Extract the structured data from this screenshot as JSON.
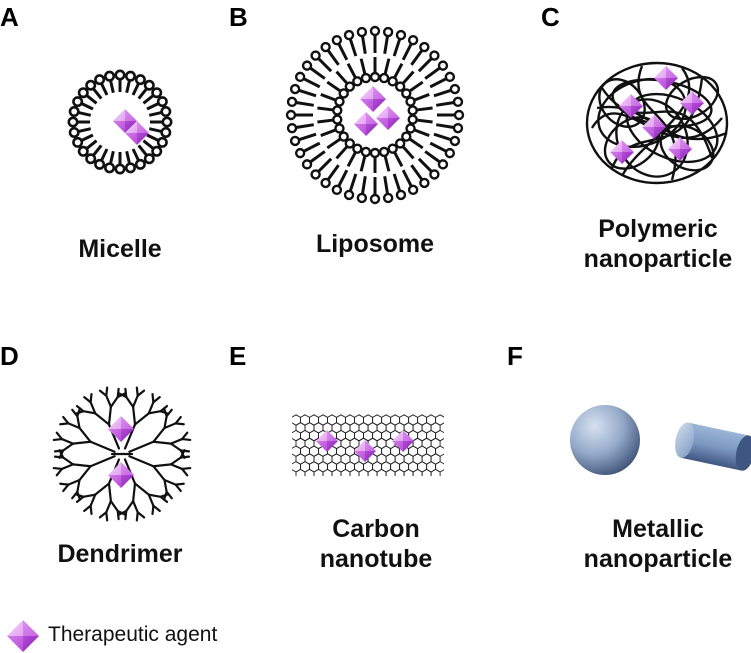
{
  "panels": [
    {
      "letter": "A",
      "caption": [
        "Micelle"
      ]
    },
    {
      "letter": "B",
      "caption": [
        "Liposome"
      ]
    },
    {
      "letter": "C",
      "caption": [
        "Polymeric",
        "nanoparticle"
      ]
    },
    {
      "letter": "D",
      "caption": [
        "Dendrimer"
      ]
    },
    {
      "letter": "E",
      "caption": [
        "Carbon",
        "nanotube"
      ]
    },
    {
      "letter": "F",
      "caption": [
        "Metallic",
        "nanoparticle"
      ]
    }
  ],
  "legend": {
    "label": "Therapeutic agent",
    "icon": "therapeutic-agent-diamond-icon"
  },
  "colors": {
    "agent_light": "#e6a8f2",
    "agent_dark": "#b040d0",
    "metal_light": "#c8d6ea",
    "metal_dark": "#4a5f86",
    "line": "#111111"
  }
}
